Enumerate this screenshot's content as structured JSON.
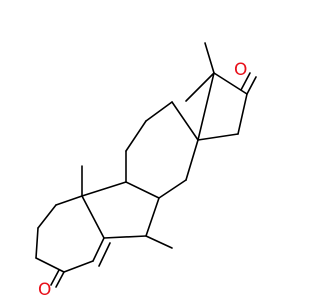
{
  "structure": {
    "colors": {
      "carbon_bond": "#000000",
      "oxygen": "#e8101a",
      "background": "#ffffff"
    },
    "atoms": [
      {
        "id": "O1",
        "element": "O",
        "label": "O"
      },
      {
        "id": "O2",
        "element": "O",
        "label": "O"
      }
    ]
  }
}
